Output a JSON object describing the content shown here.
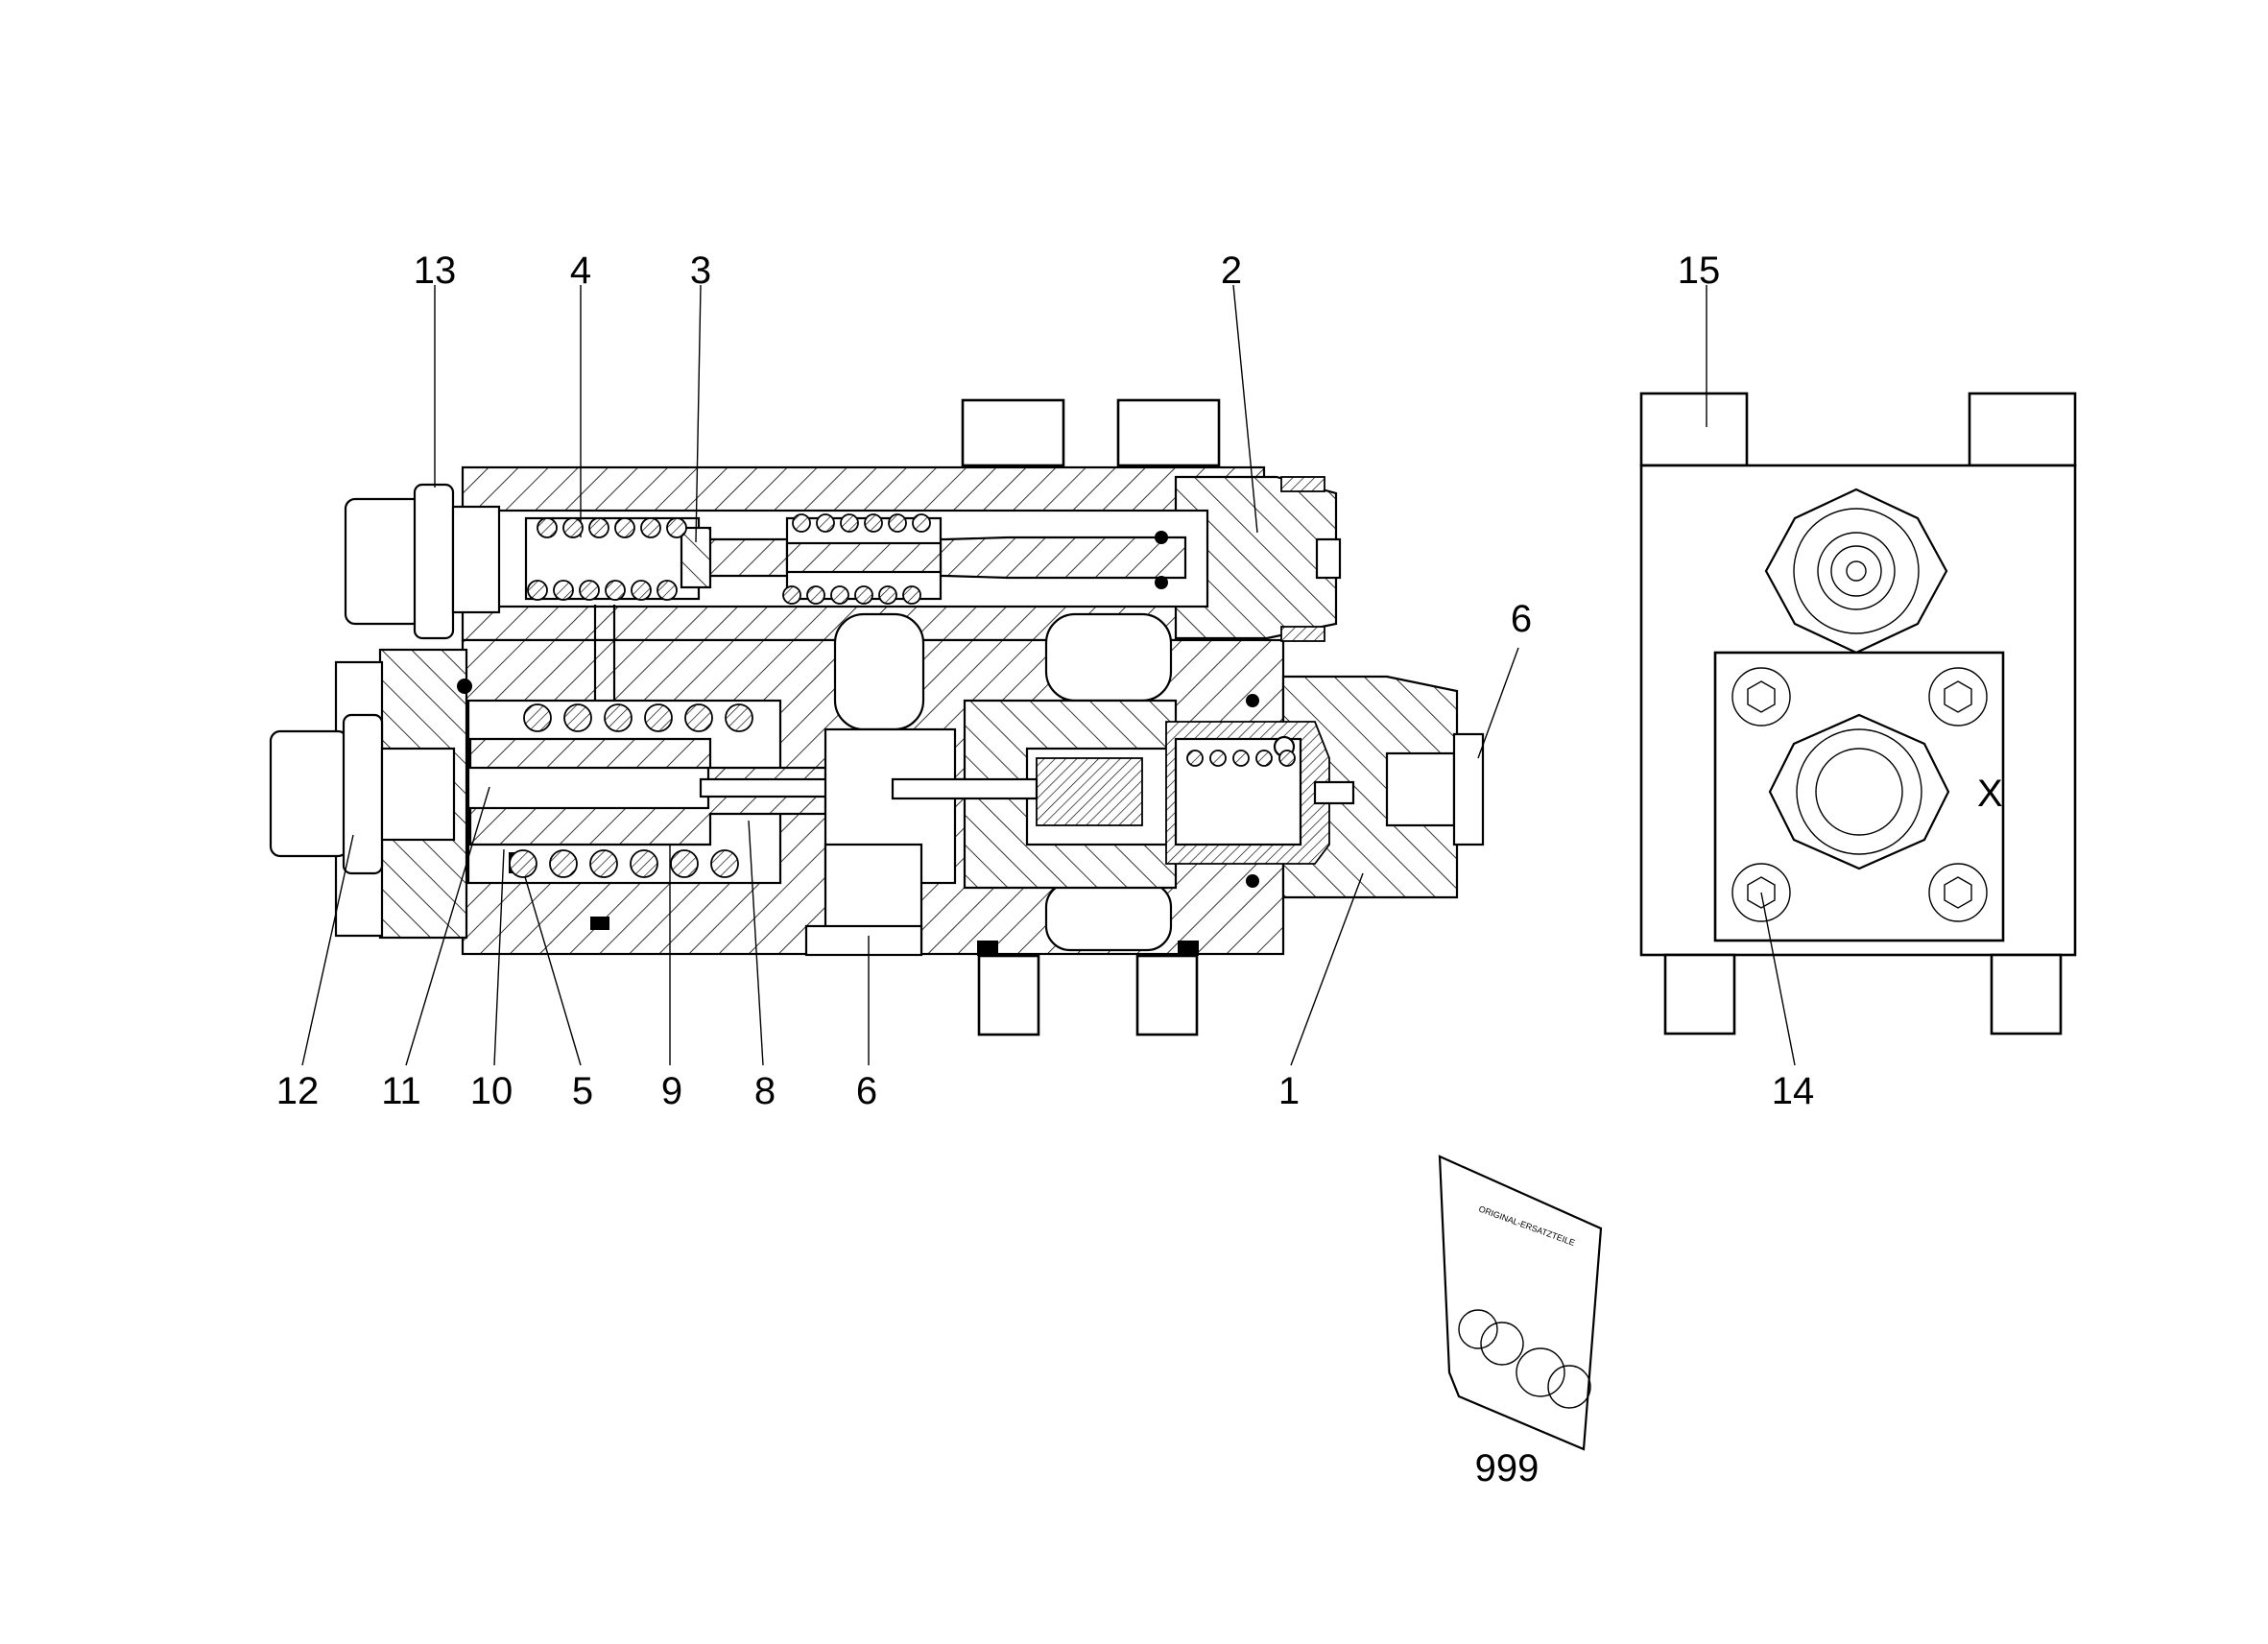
{
  "callouts": [
    {
      "id": "13",
      "label": "13"
    },
    {
      "id": "4",
      "label": "4"
    },
    {
      "id": "3",
      "label": "3"
    },
    {
      "id": "2",
      "label": "2"
    },
    {
      "id": "15",
      "label": "15"
    },
    {
      "id": "6a",
      "label": "6"
    },
    {
      "id": "12",
      "label": "12"
    },
    {
      "id": "11",
      "label": "11"
    },
    {
      "id": "10",
      "label": "10"
    },
    {
      "id": "5",
      "label": "5"
    },
    {
      "id": "9",
      "label": "9"
    },
    {
      "id": "8",
      "label": "8"
    },
    {
      "id": "6b",
      "label": "6"
    },
    {
      "id": "1",
      "label": "1"
    },
    {
      "id": "14",
      "label": "14"
    },
    {
      "id": "999",
      "label": "999"
    }
  ],
  "side_view": {
    "port_marker": "X"
  },
  "seal_kit": {
    "bag_label": "ORIGINAL-ERSATZTEILE"
  }
}
